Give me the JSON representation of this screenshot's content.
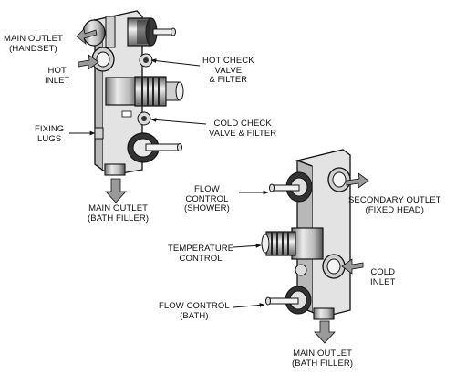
{
  "labels": {
    "main_outlet_handset": [
      "MAIN OUTLET",
      "(HANDSET)"
    ],
    "hot_inlet": [
      "HOT",
      "INLET"
    ],
    "hot_check_valve": [
      "HOT CHECK",
      "VALVE",
      "& FILTER"
    ],
    "cold_check_valve": [
      "COLD CHECK",
      "VALVE & FILTER"
    ],
    "fixing_lugs": [
      "FIXING",
      "LUGS"
    ],
    "main_outlet_bath_top": [
      "MAIN OUTLET",
      "(BATH FILLER)"
    ],
    "flow_control_shower": [
      "FLOW",
      "CONTROL",
      "(SHOWER)"
    ],
    "secondary_outlet": [
      "SECONDARY OUTLET",
      "(FIXED HEAD)"
    ],
    "temperature_control": [
      "TEMPERATURE",
      "CONTROL"
    ],
    "cold_inlet": [
      "COLD",
      "INLET"
    ],
    "flow_control_bath": [
      "FLOW CONTROL",
      "(BATH)"
    ],
    "main_outlet_bath_bottom": [
      "MAIN OUTLET",
      "(BATH FILLER)"
    ]
  },
  "colors": {
    "line": "#111111",
    "body_fill": "#d9d9d9",
    "dark_fill": "#2a2a2a",
    "arrow_fill": "#9a9a9a"
  }
}
